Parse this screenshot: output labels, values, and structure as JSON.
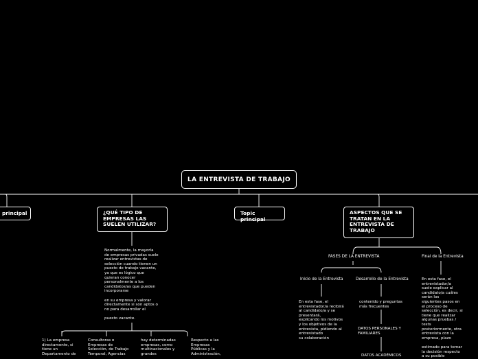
{
  "root": {
    "title": "LA ENTREVISTA DE TRABAJO"
  },
  "topics": {
    "left_partial": "principal",
    "tipos": "¿QUÉ TIPO DE EMPRESAS LAS SUELEN UTILIZAR?",
    "topic_principal": "Topic principal",
    "aspectos": "ASPECTOS QUE SE TRATAN EN LA ENTREVISTA DE TRABAJO"
  },
  "tipos_detail": {
    "text": "Normalmente, la mayoría\nde empresas privadas suele\nrealizar entrevistas de\nselección cuando tienen un\npuesto de trabajo vacante,\nya que es lógico que\nquieran conocer\npersonalmente a los\ncandidatos/as que pueden\nincorporarse\n\nen su empresa y valorar\ndirectamente si son aptos o\nno para desarrollar el\n\npuesto vacante.",
    "children": [
      "1) La empresa\ndirectamente, si\ntiene un\nDepartamento de",
      "Consultoras o\nEmpresas de\nSelección, de Trabajo\nTemporal, Agencias",
      "hay determinadas\nempresas, como\nmultinacionales y\ngrandes",
      "Respecto a las\nEmpresas\nPúblicas y la\nAdministración,"
    ]
  },
  "aspectos_detail": {
    "fases": "FASES DE LA ENTREVISTA",
    "final": "Final de la Entrevista",
    "inicio": "Inicio de la Entrevista",
    "desarrollo": "Desarrollo de la Entrevista",
    "inicio_text": "En esta fase, el\nentrevistador/a recibirá\nal candidato/a y se\npresentará,\nexplicando los motivos\ny los objetivos de la\nentrevista, pidiendo al\nentrevistado\nsu colaboración",
    "contenido": "contenido y preguntas\nmás frecuentes",
    "datos_personales": "DATOS PERSONALES Y\nFAMILIARES",
    "datos_academicos": "DATOS ACADÉMICOS",
    "final_text": "En esta fase, el\nentrevistador/a\nsuele explicar al\ncandidato/a cuáles\nserán los\nsiguientes pasos en\nel proceso de\nselección, es decir, si\ntiene que realizar\nalgunas pruebas /\ntests\nposteriormente, otra\nentrevista con la\nempresa, plazo\n\nestimado para tomar\nla decisión respecto\na su posible"
  }
}
